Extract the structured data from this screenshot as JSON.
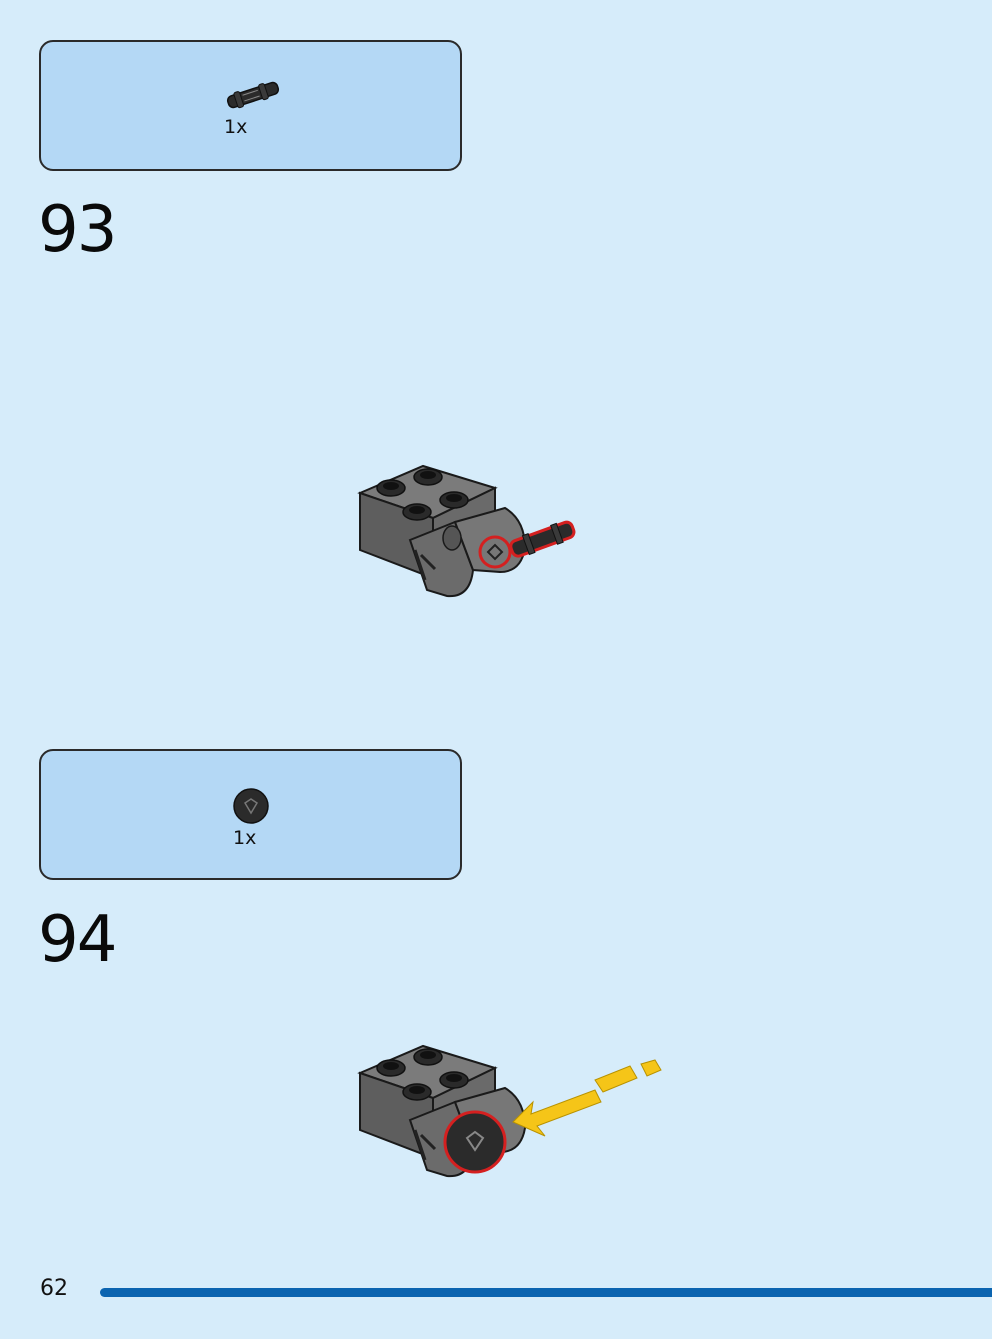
{
  "steps": [
    {
      "number": "93",
      "parts": [
        {
          "icon": "technic-axle-pin-icon",
          "quantity": "1x"
        }
      ]
    },
    {
      "number": "94",
      "parts": [
        {
          "icon": "round-tile-icon",
          "quantity": "1x"
        }
      ]
    }
  ],
  "footer": {
    "page_number": "62",
    "bar_color": "#0b64b0"
  },
  "colors": {
    "background": "#d6ecfa",
    "parts_box": "#b4d8f5",
    "highlight": "#d42020",
    "arrow": "#f5c518",
    "brick": "#6b6b6b"
  }
}
